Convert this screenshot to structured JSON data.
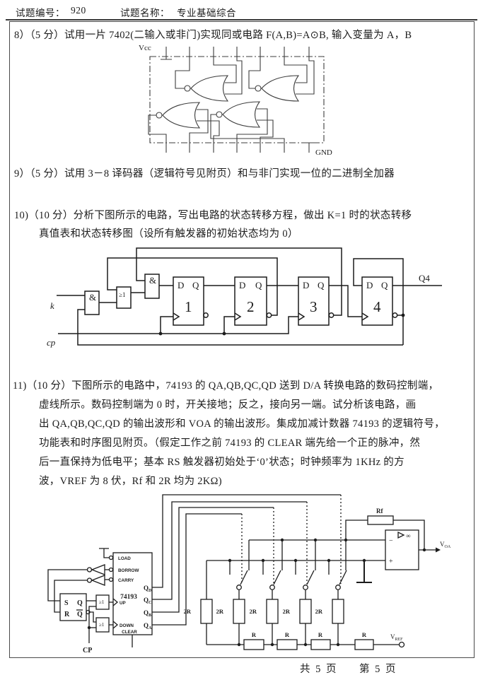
{
  "header": {
    "exam_no_label": "试题编号：",
    "exam_no": "920",
    "exam_name_label": "试题名称：",
    "exam_name": "专业基础综合"
  },
  "q8": {
    "text": "8）（5 分）试用一片 7402(二输入或非门)实现同或电路 F(A,B)=A⊙B, 输入变量为 A，B"
  },
  "q9": {
    "text": "9）（5 分）试用 3－8 译码器（逻辑符号见附页）和与非门实现一位的二进制全加器"
  },
  "q10": {
    "line1": "10)（10 分）分析下图所示的电路，写出电路的状态转移方程，做出 K=1 时的状态转移",
    "line2": "真值表和状态转移图（设所有触发器的初始状态均为 0）"
  },
  "q11": {
    "line1": "11)（10 分）下图所示的电路中，74193 的 QA,QB,QC,QD 送到 D/A 转换电路的数码控制端，",
    "line2": "虚线所示。数码控制端为 0 时，开关接地；反之，接向另一端。试分析该电路，画",
    "line3": "出 QA,QB,QC,QD 的输出波形和 VOA 的输出波形。集成加减计数器 74193 的逻辑符号，",
    "line4": "功能表和时序图见附页。（假定工作之前 74193 的 CLEAR 端先给一个正的脉冲，然",
    "line5": "后一直保持为低电平；基本 RS 触发器初始处于‘0’状态；时钟频率为 1KHz 的方",
    "line6": "波，VREF 为 8 伏，Rf 和 2R 均为 2KΩ)"
  },
  "fig8": {
    "vcc": "Vcc",
    "gnd": "GND"
  },
  "fig10": {
    "k_label": "k",
    "cp_label": "cp",
    "q4_label": "Q4",
    "and_label": "&",
    "or_label": "≥1",
    "d_label": "D",
    "q_label": "Q",
    "ff1": "1",
    "ff2": "2",
    "ff3": "3",
    "ff4": "4"
  },
  "fig11": {
    "chip_label": "74193",
    "pin_load": "LOAD",
    "pin_borrow": "BORROW",
    "pin_carry": "CARRY",
    "pin_up": "UP",
    "pin_down": "DOWN",
    "pin_clear": "CLEAR",
    "out_qd": {
      "base": "Q",
      "sub": "D"
    },
    "out_qc": {
      "base": "Q",
      "sub": "C"
    },
    "out_qb": {
      "base": "Q",
      "sub": "B"
    },
    "out_qa": {
      "base": "Q",
      "sub": "A"
    },
    "rs_s": "S",
    "rs_q": "Q",
    "rs_r": "R",
    "rs_qbar": "Q",
    "gate_label": "≥1",
    "cp_label": "CP",
    "r2_label": "2R",
    "r_label": "R",
    "rf_label": "Rf",
    "opamp_gain": "∞",
    "minus": "−",
    "plus": "+",
    "voa": {
      "base": "V",
      "sub": "OA"
    },
    "vref": {
      "base": "V",
      "sub": "REF"
    }
  },
  "footer": {
    "pages_total": "共 5 页",
    "page_current": "第 5 页"
  }
}
